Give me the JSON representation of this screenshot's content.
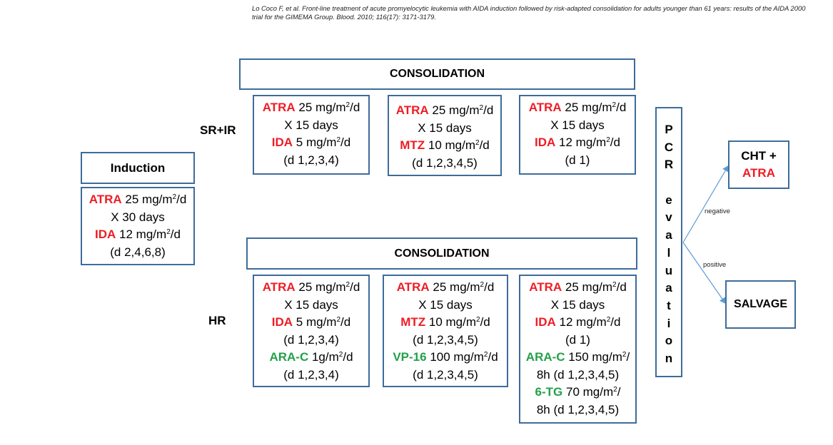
{
  "citation": "Lo Coco F, et al. Front-line treatment  of acute promyelocytic leukemia with AIDA induction followed by risk-adapted consolidation for adults younger than 61 years: results of the AIDA 2000 trial for the GIMEMA Group. Blood. 2010; 116(17): 3171-3179.",
  "colors": {
    "border": "#3e6c9a",
    "red": "#ee1c25",
    "green": "#23a04a",
    "arrow": "#5b9bd5"
  },
  "induction": {
    "title": "Induction",
    "regimen": {
      "atra_drug": "ATRA",
      "atra_dose": " 25 mg/m",
      "atra_unit": "/d",
      "atra_duration": "X 30 days",
      "ida_drug": "IDA",
      "ida_dose": " 12 mg/m",
      "ida_unit": "/d",
      "ida_days": "(d 2,4,6,8)"
    }
  },
  "sr_ir": {
    "label": "SR+IR",
    "consolidation_title": "CONSOLIDATION",
    "cycle1": {
      "atra_drug": "ATRA",
      "atra_dose": " 25 mg/m",
      "atra_unit": "/d",
      "atra_duration": "X 15 days",
      "drug2": "IDA",
      "drug2_dose": " 5 mg/m",
      "drug2_unit": "/d",
      "drug2_days": "(d 1,2,3,4)"
    },
    "cycle2": {
      "atra_drug": "ATRA",
      "atra_dose": " 25 mg/m",
      "atra_unit": "/d",
      "atra_duration": "X 15 days",
      "drug2": "MTZ",
      "drug2_dose": " 10 mg/m",
      "drug2_unit": "/d",
      "drug2_days": "(d 1,2,3,4,5)"
    },
    "cycle3": {
      "atra_drug": "ATRA",
      "atra_dose": " 25 mg/m",
      "atra_unit": "/d",
      "atra_duration": "X 15 days",
      "drug2": "IDA",
      "drug2_dose": " 12 mg/m",
      "drug2_unit": "/d",
      "drug2_days": "(d 1)"
    }
  },
  "hr": {
    "label": "HR",
    "consolidation_title": "CONSOLIDATION",
    "cycle1": {
      "atra_drug": "ATRA",
      "atra_dose": " 25 mg/m",
      "atra_unit": "/d",
      "atra_duration": "X 15 days",
      "drug2": "IDA",
      "drug2_dose": " 5 mg/m",
      "drug2_unit": "/d",
      "drug2_days": "(d 1,2,3,4)",
      "drug3": "ARA-C",
      "drug3_dose": " 1g/m",
      "drug3_unit": "/d",
      "drug3_days": "(d 1,2,3,4)"
    },
    "cycle2": {
      "atra_drug": "ATRA",
      "atra_dose": " 25 mg/m",
      "atra_unit": "/d",
      "atra_duration": "X 15 days",
      "drug2": "MTZ",
      "drug2_dose": " 10 mg/m",
      "drug2_unit": "/d",
      "drug2_days": "(d 1,2,3,4,5)",
      "drug3": "VP-16",
      "drug3_dose": " 100 mg/m",
      "drug3_unit": "/d",
      "drug3_days": "(d 1,2,3,4,5)"
    },
    "cycle3": {
      "atra_drug": "ATRA",
      "atra_dose": " 25 mg/m",
      "atra_unit": "/d",
      "atra_duration": "X 15 days",
      "drug2": "IDA",
      "drug2_dose": " 12 mg/m",
      "drug2_unit": "/d",
      "drug2_days": "(d 1)",
      "drug3": "ARA-C",
      "drug3_dose": " 150 mg/m",
      "drug3_unit": "/",
      "drug3_days": "8h (d 1,2,3,4,5)",
      "drug4": "6-TG",
      "drug4_dose": " 70 mg/m",
      "drug4_unit": "/",
      "drug4_days": "8h (d 1,2,3,4,5)"
    }
  },
  "pcr": {
    "word1": [
      "P",
      "C",
      "R"
    ],
    "word2": [
      "e",
      "v",
      "a",
      "l",
      "u",
      "a",
      "t",
      "i",
      "o",
      "n"
    ]
  },
  "outcomes": {
    "negative_label": "negative",
    "positive_label": "positive",
    "cht_line1": "CHT +",
    "cht_line2": "ATRA",
    "salvage": "SALVAGE"
  },
  "superscript": "2"
}
